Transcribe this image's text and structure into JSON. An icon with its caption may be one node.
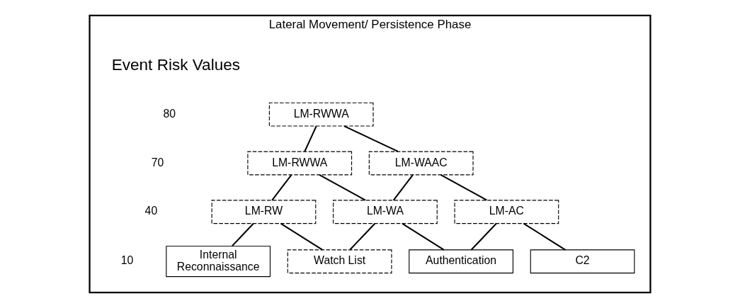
{
  "diagram": {
    "nodes": [
      {
        "text": [
          "Lateral Movement/ Persistence Phase"
        ]
      },
      {
        "text": [
          "LM-RWWA"
        ],
        "in": 0
      },
      {
        "text": [
          "LM-RWWA"
        ],
        "in": 0
      },
      {
        "text": [
          "LM-WAAC"
        ],
        "in": 0
      },
      {
        "text": [
          "LM-RW"
        ],
        "in": 0
      },
      {
        "text": [
          "LM-WA"
        ],
        "in": 0
      },
      {
        "text": [
          "LM-AC"
        ],
        "in": 0
      },
      {
        "text": [
          "Internal Reconnaissance"
        ],
        "in": 0
      },
      {
        "text": [
          "Watch List"
        ],
        "in": 0
      },
      {
        "text": [
          "Authentication"
        ],
        "in": 0
      },
      {
        "text": [
          "C2"
        ],
        "in": 0
      }
    ],
    "edges": [
      {
        "from": 1,
        "to": 2,
        "arrow": "none"
      },
      {
        "from": 1,
        "to": 3,
        "arrow": "none"
      },
      {
        "from": 2,
        "to": 4,
        "arrow": "none"
      },
      {
        "from": 2,
        "to": 5,
        "arrow": "none"
      },
      {
        "from": 3,
        "to": 5,
        "arrow": "none"
      },
      {
        "from": 3,
        "to": 6,
        "arrow": "none"
      },
      {
        "from": 4,
        "to": 7,
        "arrow": "none"
      },
      {
        "from": 4,
        "to": 8,
        "arrow": "none"
      },
      {
        "from": 5,
        "to": 8,
        "arrow": "none"
      },
      {
        "from": 5,
        "to": 9,
        "arrow": "none"
      },
      {
        "from": 6,
        "to": 9,
        "arrow": "none"
      },
      {
        "from": 6,
        "to": 10,
        "arrow": "none"
      }
    ],
    "labels": [
      "Event Risk Values",
      "80",
      "70",
      "40",
      "10"
    ]
  }
}
